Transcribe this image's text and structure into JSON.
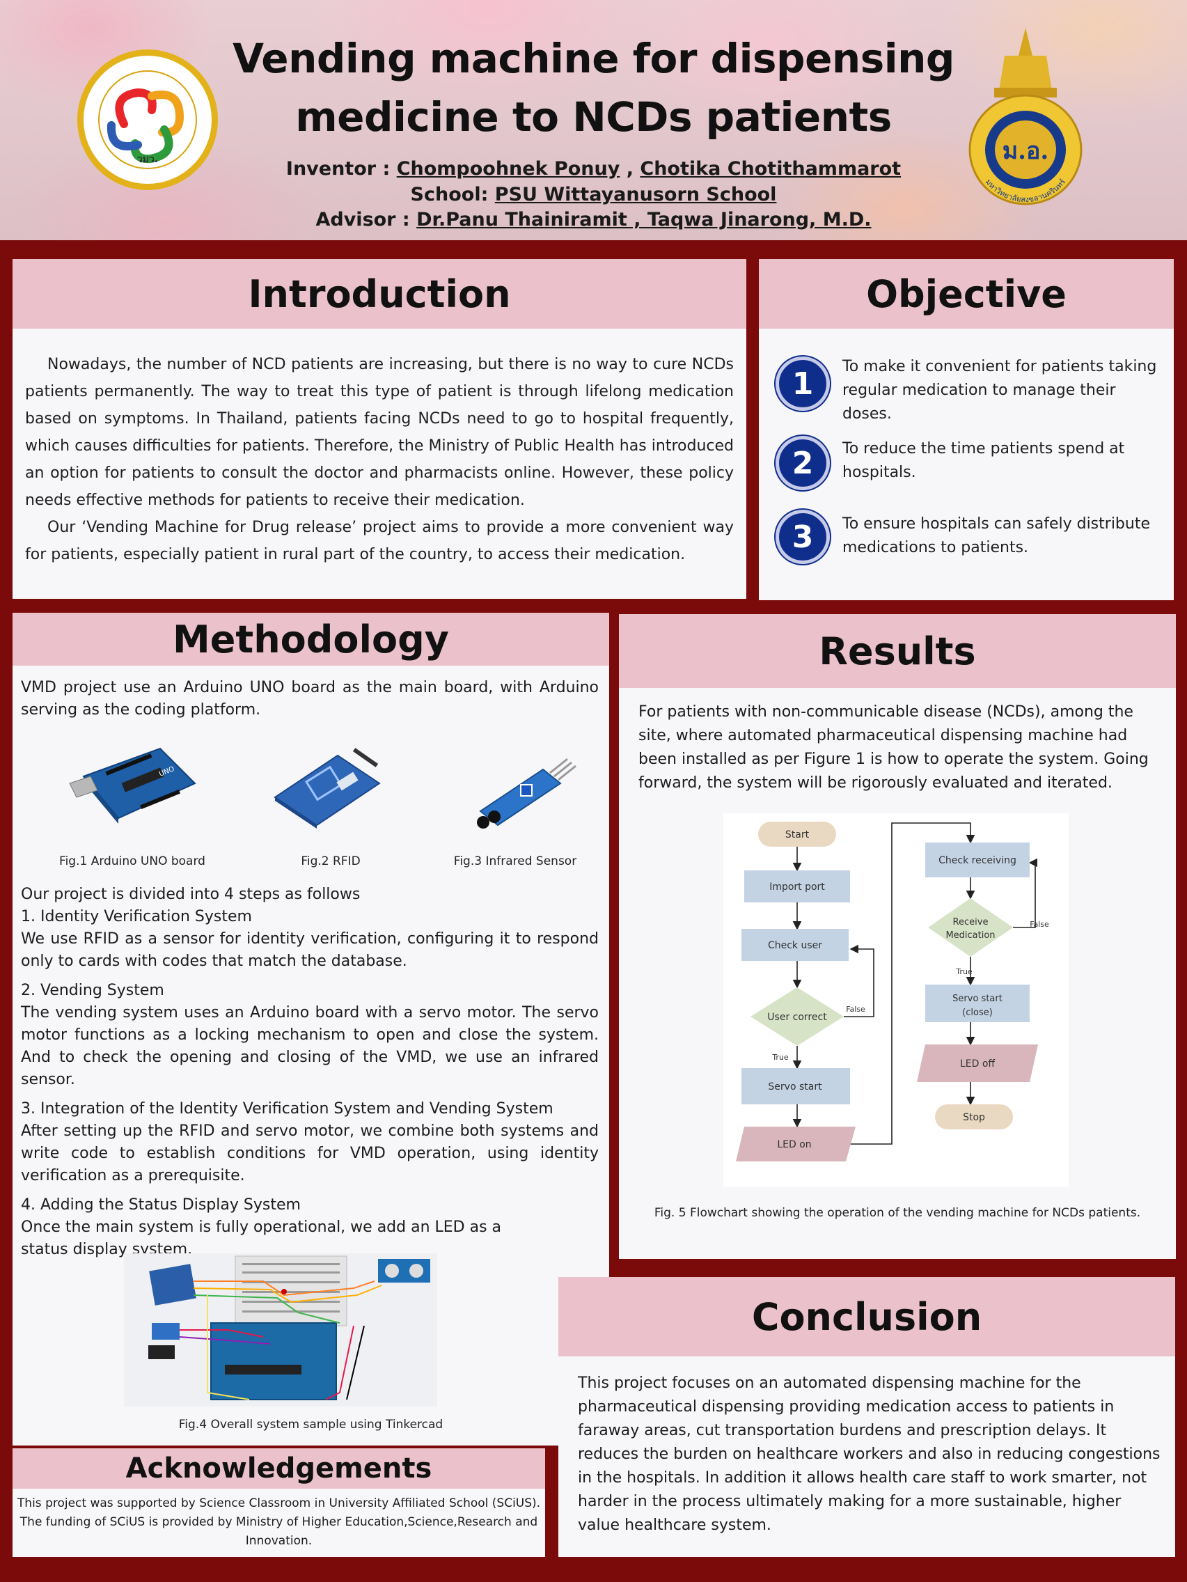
{
  "header": {
    "title_line1": "Vending machine for dispensing",
    "title_line2": "medicine to NCDs patients",
    "inventor_label": "Inventor : ",
    "inventor_name1": "Chompoohnek Ponuy",
    "inventor_sep": " , ",
    "inventor_name2": "Chotika Chotithammarot",
    "school_label": "School: ",
    "school_name": "PSU Wittayanusorn School",
    "advisor_label": "Advisor : ",
    "advisor_names": "Dr.Panu Thainiramit , Taqwa Jinarong, M.D.",
    "logo_left_text": "วมว.",
    "logo_right_text": "มหาวิทยาลัยสงขลานครินทร์"
  },
  "colors": {
    "background": "#7b0a0a",
    "panel_header": "#ebc2cb",
    "panel_body": "#f7f6f8",
    "objective_badge": "#0f2e8c"
  },
  "introduction": {
    "heading": "Introduction",
    "paragraphs": [
      "Nowadays, the number of NCD patients are increasing, but there is no way to cure NCDs patients permanently. The way to treat this type of patient is through lifelong medication based on symptoms. In Thailand, patients facing NCDs need to go to hospital frequently, which causes difficulties for patients. Therefore, the Ministry of Public Health has introduced an option for patients to consult the doctor and pharmacists online. However, these policy needs effective methods for patients to receive their medication.",
      "Our ‘Vending Machine for Drug release’ project aims to provide a more convenient way for patients, especially patient in rural part of the country, to access their medication."
    ]
  },
  "objective": {
    "heading": "Objective",
    "items": [
      {
        "num": "1",
        "text": "To make it convenient for patients taking regular medication to manage their doses."
      },
      {
        "num": "2",
        "text": "To reduce the time patients spend at hospitals."
      },
      {
        "num": "3",
        "text": "To ensure hospitals can safely distribute medications to patients."
      }
    ]
  },
  "methodology": {
    "heading": "Methodology",
    "intro": "VMD project use an Arduino UNO board as the main board, with Arduino serving as the coding platform.",
    "figures": [
      {
        "caption": "Fig.1 Arduino UNO board"
      },
      {
        "caption": "Fig.2 RFID"
      },
      {
        "caption": "Fig.3 Infrared Sensor"
      }
    ],
    "steps_intro": "Our project is divided into 4 steps as follows",
    "steps": [
      {
        "title": "1. Identity Verification System",
        "text": "We use RFID as a sensor for identity verification, configuring it to respond only to cards with codes that match the database."
      },
      {
        "title": "2. Vending System",
        "text": "The vending system uses an Arduino board with a servo motor. The servo motor functions as a locking mechanism to open and close the system. And to check the opening and closing of the VMD, we use an infrared sensor."
      },
      {
        "title": "3. Integration of the Identity Verification System and Vending System",
        "text": "After setting up the RFID and servo motor, we combine both systems and write code to establish conditions for VMD operation, using identity verification as a prerequisite."
      },
      {
        "title": "4. Adding the Status Display System",
        "text": "Once the main system is fully operational, we add an LED as a status display system."
      }
    ],
    "fig4_caption": "Fig.4 Overall system sample using Tinkercad",
    "board_label": "UNO"
  },
  "results": {
    "heading": "Results",
    "text": "For patients with non-communicable disease (NCDs), among the site, where automated pharmaceutical dispensing machine had been installed as per Figure 1 is how to operate the system. Going forward, the system will be rigorously evaluated and iterated.",
    "flowchart": {
      "start": "Start",
      "import_port": "Import port",
      "check_user": "Check user",
      "user_correct": "User correct",
      "false_1": "False",
      "true_1": "True",
      "servo_start": "Servo start",
      "led_on": "LED on",
      "check_receiving": "Check receiving",
      "receive_medication_1": "Receive",
      "receive_medication_2": "Medication",
      "false_2": "False",
      "true_2": "True",
      "servo_start_close_1": "Servo start",
      "servo_start_close_2": "(close)",
      "led_off": "LED off",
      "stop": "Stop"
    },
    "fig5_caption": "Fig. 5 Flowchart showing the operation of the vending machine for NCDs patients."
  },
  "conclusion": {
    "heading": "Conclusion",
    "text": "This project focuses on an automated dispensing machine for the pharmaceutical dispensing providing medication access to patients in faraway areas, cut transportation burdens and prescription delays. It reduces the burden on healthcare workers and also in reducing congestions in the hospitals. In addition it allows health care staff to work smarter, not harder in the process ultimately making for a more sustainable, higher value healthcare system."
  },
  "acknowledgements": {
    "heading": "Acknowledgements",
    "line1": "This project was supported by Science Classroom in University Affiliated School (SCiUS).",
    "line2": "The funding of SCiUS is provided by Ministry of Higher Education,Science,Research and",
    "line3": "Innovation."
  }
}
